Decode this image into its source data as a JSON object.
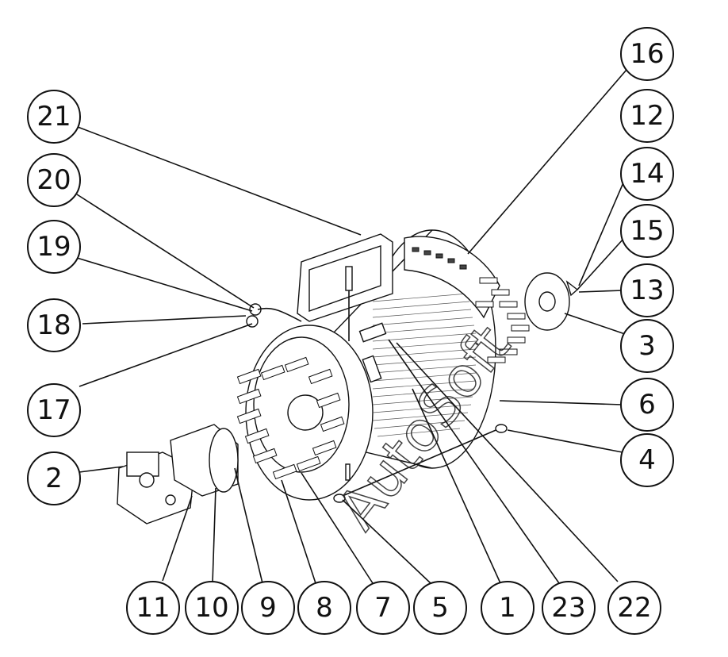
{
  "watermark": "AutoSoft",
  "callouts": [
    {
      "id": "16",
      "label": "16"
    },
    {
      "id": "12",
      "label": "12"
    },
    {
      "id": "14",
      "label": "14"
    },
    {
      "id": "15",
      "label": "15"
    },
    {
      "id": "13",
      "label": "13"
    },
    {
      "id": "3",
      "label": "3"
    },
    {
      "id": "6",
      "label": "6"
    },
    {
      "id": "4",
      "label": "4"
    },
    {
      "id": "21",
      "label": "21"
    },
    {
      "id": "20",
      "label": "20"
    },
    {
      "id": "19",
      "label": "19"
    },
    {
      "id": "18",
      "label": "18"
    },
    {
      "id": "17",
      "label": "17"
    },
    {
      "id": "2",
      "label": "2"
    },
    {
      "id": "11",
      "label": "11"
    },
    {
      "id": "10",
      "label": "10"
    },
    {
      "id": "9",
      "label": "9"
    },
    {
      "id": "8",
      "label": "8"
    },
    {
      "id": "7",
      "label": "7"
    },
    {
      "id": "5",
      "label": "5"
    },
    {
      "id": "1",
      "label": "1"
    },
    {
      "id": "23",
      "label": "23"
    },
    {
      "id": "22",
      "label": "22"
    }
  ]
}
